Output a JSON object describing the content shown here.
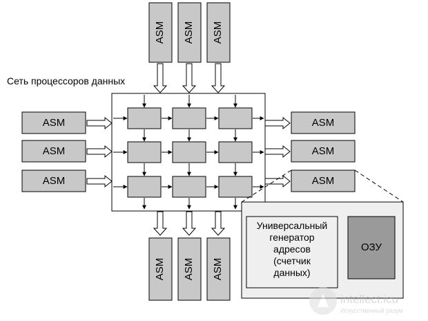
{
  "diagram": {
    "network_label": "Сеть процессоров данных",
    "asm_label": "ASM",
    "generator_lines": [
      "Универсальный",
      "генератор",
      "адресов",
      "(счетчик",
      "данных)"
    ],
    "ram_label": "ОЗУ",
    "colors": {
      "block_fill": "#c8c8c8",
      "ram_fill": "#9a9a9a",
      "panel_fill": "#efefef",
      "stroke": "#000000"
    }
  },
  "watermark": {
    "site": "intellect.icu",
    "tagline": "Искусственный разум"
  }
}
